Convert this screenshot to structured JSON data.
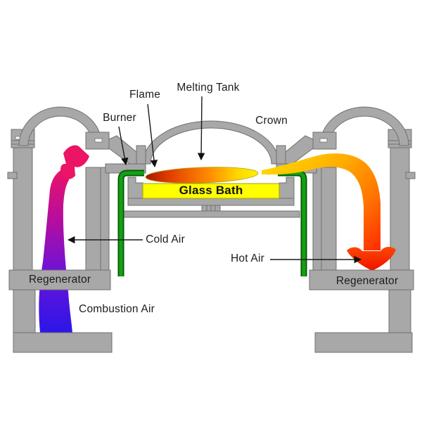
{
  "diagram": {
    "labels": {
      "melting_tank": "Melting Tank",
      "flame": "Flame",
      "burner": "Burner",
      "crown": "Crown",
      "glass_bath": "Glass Bath",
      "cold_air": "Cold Air",
      "hot_air": "Hot Air",
      "combustion_air": "Combustion Air",
      "regenerator_left": "Regenerator",
      "regenerator_right": "Regenerator"
    },
    "colors": {
      "background": "#ffffff",
      "structure_gray": "#a8a8a8",
      "structure_outline": "#707070",
      "glass_bath_yellow": "#ffff00",
      "glass_bath_border": "#a0a000",
      "pipe_green": "#14a014",
      "pipe_green_dark": "#055505",
      "flame_red": "#b81c00",
      "flame_yellow": "#fff200",
      "cold_stream_blue": "#2b16e8",
      "cold_stream_magenta": "#ec1464",
      "hot_stream_yellow": "#ffd800",
      "hot_stream_red": "#ff2500",
      "label_text": "#1c1c1c"
    }
  }
}
